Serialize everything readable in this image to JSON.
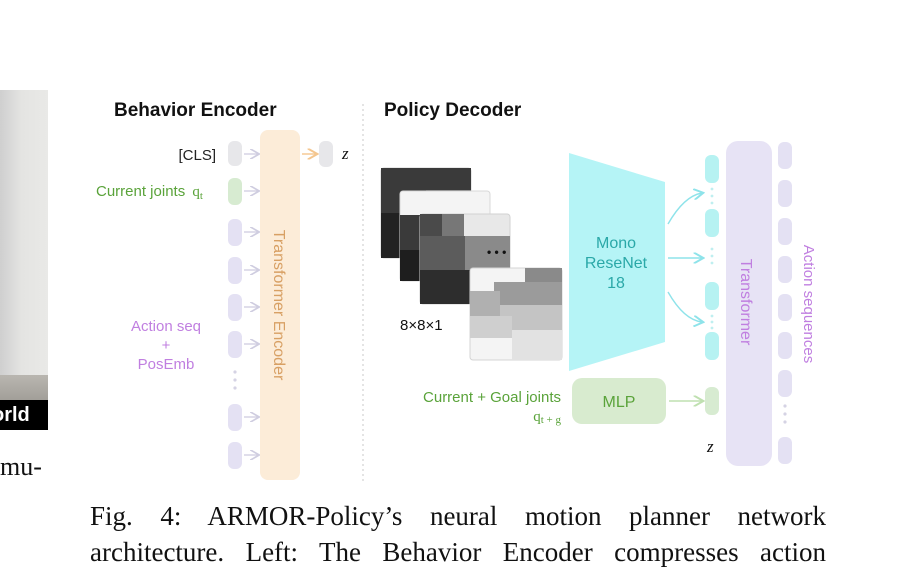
{
  "left_photo": {
    "label_fragment": "orld",
    "caption_fragment": "mu-"
  },
  "behavior_encoder": {
    "title": "Behavior Encoder",
    "cls_label": "[CLS]",
    "current_joints_label": "Current joints",
    "current_joints_sub": "q",
    "current_joints_subscript": "t",
    "action_seq_label_1": "Action seq",
    "action_seq_label_2": "+",
    "action_seq_label_3": "PosEmb",
    "encoder_block": "Transformer Encoder",
    "output_symbol": "z"
  },
  "policy_decoder": {
    "title": "Policy Decoder",
    "image_stack_label": "8×8×1",
    "ellipsis": "• • •",
    "resnet_label_1": "Mono",
    "resnet_label_2": "ReseNet",
    "resnet_label_3": "18",
    "goal_label": "Current + Goal joints",
    "goal_sub": "q",
    "goal_subscript": "t + g",
    "mlp_label": "MLP",
    "latent_symbol": "z",
    "transformer_label": "Transformer",
    "output_label": "Action sequences"
  },
  "colors": {
    "encoder_block": "#fcecd8",
    "token_purple": "#e4e1f3",
    "token_green": "#d7ebd1",
    "token_cyan": "#b6f2f2",
    "resnet": "#b5f4f6",
    "transformer": "#e7e3f5",
    "mlp": "#d8ebcf",
    "text_green": "#5aa33a",
    "text_purple": "#c07fe0",
    "text_teal": "#2aa8a8"
  },
  "caption": {
    "line1": "Fig. 4: ARMOR-Policy’s neural motion planner network",
    "line2": "architecture. Left: The Behavior Encoder compresses action"
  }
}
